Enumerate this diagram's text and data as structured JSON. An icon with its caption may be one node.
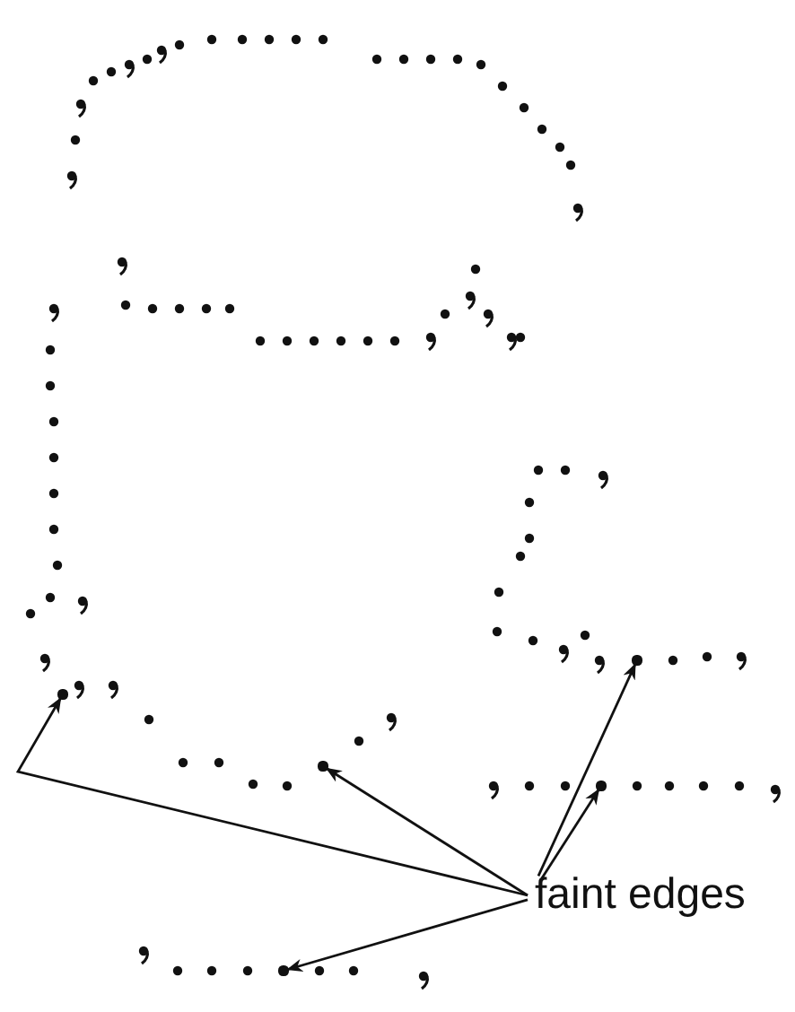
{
  "diagram": {
    "nodes": [
      {
        "text": [
          "faint edges"
        ]
      },
      {
        "text": [],
        "shape": "circle"
      },
      {
        "text": [],
        "shape": "circle"
      },
      {
        "text": [],
        "shape": "circle"
      },
      {
        "text": [],
        "shape": "circle"
      },
      {
        "text": [],
        "shape": "circle"
      }
    ],
    "edges": [
      {
        "from": 0,
        "to": 2,
        "arrow": "to"
      },
      {
        "from": 0,
        "to": 3,
        "arrow": "to"
      },
      {
        "from": 0,
        "to": 1,
        "arrow": "to"
      },
      {
        "from": 0,
        "to": 4,
        "arrow": "to"
      },
      {
        "from": 0,
        "to": 5,
        "arrow": "to"
      }
    ]
  }
}
